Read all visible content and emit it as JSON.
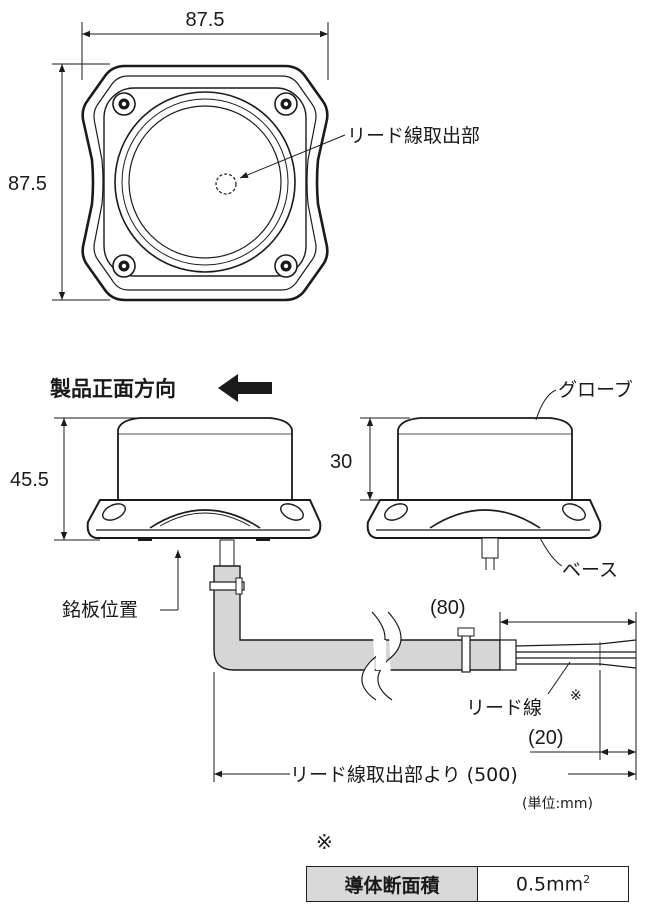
{
  "top_view": {
    "width_dim": "87.5",
    "height_dim": "87.5",
    "lead_outlet_label": "リード線取出部"
  },
  "front_view": {
    "direction_label": "製品正面方向",
    "height_dim": "45.5",
    "nameplate_label": "銘板位置"
  },
  "side_view": {
    "globe_label": "グローブ",
    "globe_height_dim": "30",
    "base_label": "ベース"
  },
  "cable": {
    "strip_dim": "(80)",
    "lead_wire_label": "リード線",
    "note_mark": "※",
    "lead_dim": "(20)",
    "length_dim": "リード線取出部より (500)",
    "unit_label": "(単位:mm)"
  },
  "spec": {
    "note_mark": "※",
    "header": "導体断面積",
    "value": "0.5mm",
    "value_sup": "2"
  }
}
